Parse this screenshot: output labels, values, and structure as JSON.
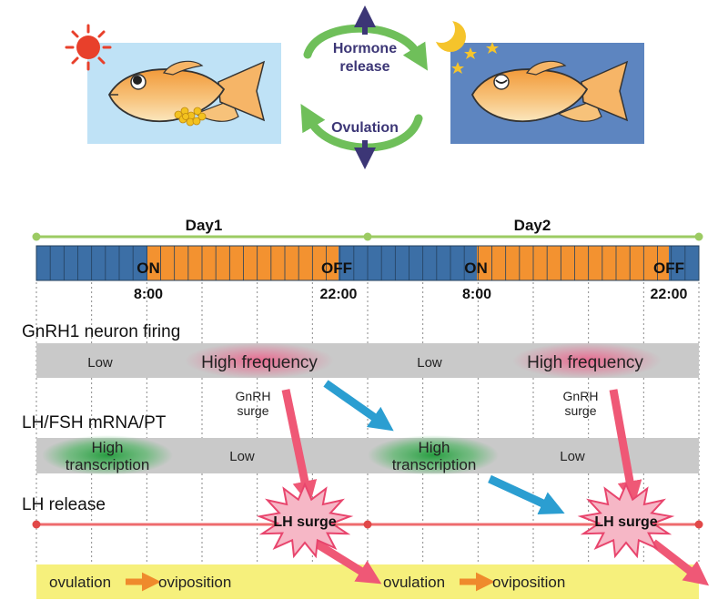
{
  "cycle": {
    "hormone_line1": "Hormone",
    "hormone_line2": "release",
    "ovulation": "Ovulation"
  },
  "days": [
    "Day1",
    "Day2"
  ],
  "light": {
    "on": "ON",
    "off": "OFF",
    "times": [
      "8:00",
      "22:00",
      "8:00",
      "22:00"
    ]
  },
  "rows": {
    "gnrh_title": "GnRH1 neuron firing",
    "lh_title": "LH/FSH mRNA/PT",
    "release_title": "LH release"
  },
  "gnrh": {
    "low": "Low",
    "high": "High frequency",
    "surge_line1": "GnRH",
    "surge_line2": "surge"
  },
  "lhfsh": {
    "high_line1": "High",
    "high_line2": "transcription",
    "low": "Low"
  },
  "release": {
    "surge": "LH surge"
  },
  "bottom": {
    "ovulation": "ovulation",
    "oviposition": "oviposition"
  },
  "colors": {
    "dark": "#3c6fa6",
    "light": "#f39230",
    "gray_band": "#c9c9c9",
    "green_line": "#9ccb63",
    "surge_pink": "#ef5876",
    "blue_arrow": "#2b9ed1",
    "lh_line": "#ee6b6e",
    "bottom_band": "#f6f07c",
    "orange_arrow": "#ef8a2c",
    "purple_arrow": "#3c3676"
  }
}
